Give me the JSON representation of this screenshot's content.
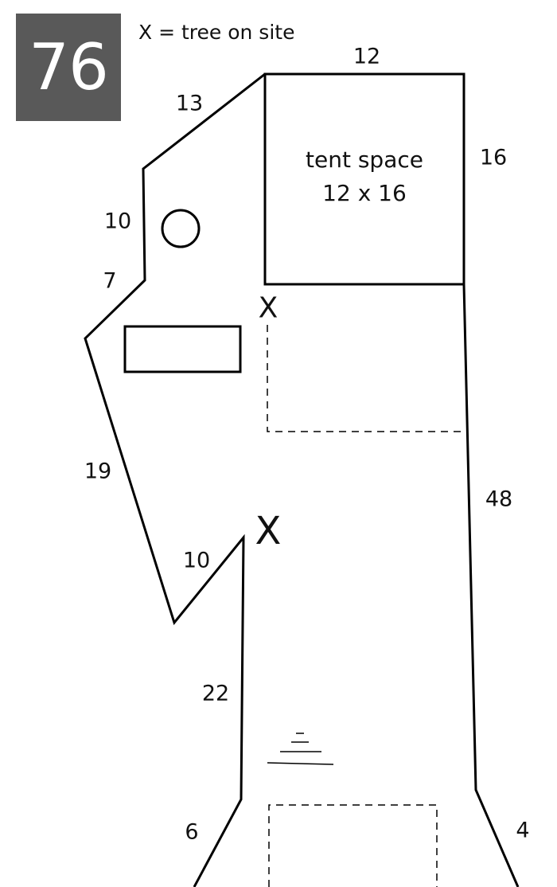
{
  "site_number": "76",
  "legend": "X = tree on site",
  "tent_space": {
    "line1": "tent space",
    "line2": "12 x 16"
  },
  "tree_symbol": "X",
  "dimensions": {
    "top": "12",
    "tent_right": "16",
    "upper_left_diagonal": "13",
    "left_upper": "10",
    "left_step": "7",
    "left_lower_diagonal": "19",
    "notch": "10",
    "lower_left": "22",
    "right_side": "48",
    "bottom_left": "6",
    "bottom_right": "4"
  },
  "icons": {
    "fire_ring": "circle",
    "picnic_table": "rectangle",
    "road_marker": "stacked-lines"
  }
}
